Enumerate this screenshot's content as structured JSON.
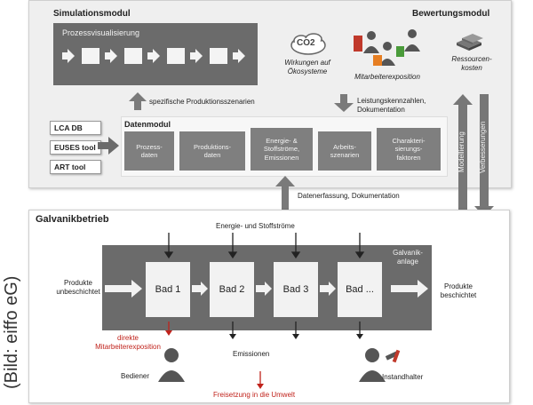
{
  "sim": {
    "title": "Simulationsmodul",
    "process_title": "Prozessvisualisierung"
  },
  "eval": {
    "title": "Bewertungsmodul",
    "co2": "CO2",
    "items": [
      "Wirkungen auf\nÖkosysteme",
      "Mitarbeiterexposition",
      "Ressourcen-\nkosten"
    ]
  },
  "flows": {
    "szenarien": "spezifische Produktionsszenarien",
    "kennzahlen": "Leistungskennzahlen,\nDokumentation",
    "datenerfassung": "Datenerfassung, Dokumentation",
    "modellierung": "Modellierung",
    "verbesserungen": "Verbesserungen"
  },
  "databases": [
    "LCA DB",
    "EUSES tool",
    "ART tool"
  ],
  "daten": {
    "title": "Datenmodul",
    "boxes": [
      "Prozess-\ndaten",
      "Produktions-\ndaten",
      "Energie- &\nStoffströme,\nEmissionen",
      "Arbeits-\nszenarien",
      "Charakteri-\nsierungs-\nfaktoren"
    ]
  },
  "galv": {
    "title": "Galvanikbetrieb",
    "energie": "Energie- und Stoffströme",
    "anlage": "Galvanik-\nanlage",
    "input": "Produkte\nunbeschichtet",
    "output": "Produkte\nbeschichtet",
    "baths": [
      "Bad 1",
      "Bad 2",
      "Bad 3",
      "Bad ..."
    ],
    "exposition": "direkte\nMitarbeiterexposition",
    "emissionen": "Emissionen",
    "bediener": "Bediener",
    "instandhalter": "Instandhalter",
    "freisetzung": "Freisetzung in die Umwelt"
  },
  "credit": "(Bild: eiffo eG)",
  "colors": {
    "dark": "#6b6b6b",
    "mid": "#7f7f7f",
    "panel": "#efefef",
    "red": "#c0221b",
    "red_figure": "#c0392b",
    "orange_figure": "#e67e22",
    "green_figure": "#4a9b3a"
  }
}
